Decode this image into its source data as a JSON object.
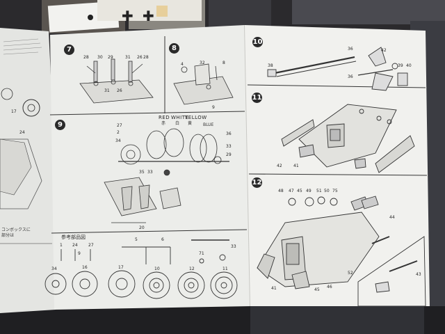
{
  "steps": [
    {
      "number": "7"
    },
    {
      "number": "8"
    },
    {
      "number": "9"
    },
    {
      "number": "10"
    },
    {
      "number": "11"
    },
    {
      "number": "12"
    }
  ],
  "color_guide": {
    "red": "RED",
    "white": "WHITE",
    "yellow": "YELLOW",
    "jp_red": "赤",
    "jp_white": "白",
    "jp_yellow": "黄",
    "blue": "BLUE"
  },
  "parts_reference_title": "参考部品図",
  "left_text": "コンボックスに",
  "left_text2": "部分は",
  "callouts": {
    "s7": [
      "28",
      "30",
      "29",
      "31",
      "26",
      "28",
      "31",
      "26"
    ],
    "s8": [
      "32",
      "4",
      "8",
      "9"
    ],
    "s9": [
      "27",
      "2",
      "34",
      "36",
      "33",
      "29",
      "35",
      "33",
      "20"
    ],
    "s10": [
      "38",
      "36",
      "36",
      "39",
      "40",
      "42"
    ],
    "s11": [
      "42",
      "41"
    ],
    "s12": [
      "48",
      "47",
      "45",
      "49",
      "51",
      "50",
      "75",
      "44",
      "43",
      "41",
      "46",
      "52",
      "45"
    ],
    "parts": [
      "1",
      "24",
      "9",
      "27",
      "5",
      "6",
      "33",
      "34",
      "16",
      "17",
      "10",
      "12",
      "11",
      "71"
    ],
    "left": [
      "17",
      "24"
    ]
  },
  "colors": {
    "paper": "#ecedea",
    "ink": "#2a2a2a",
    "background": "#2b2a2d"
  }
}
